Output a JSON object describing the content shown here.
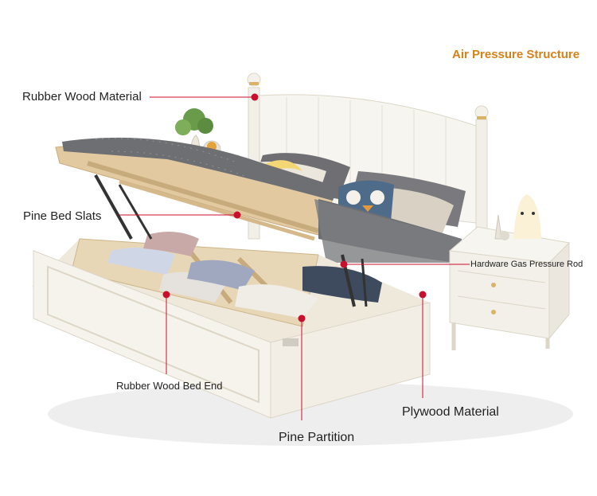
{
  "title": "Air Pressure Structure",
  "labels": {
    "rubber_wood_material": "Rubber Wood Material",
    "pine_bed_slats": "Pine Bed Slats",
    "hardware_gas_rod": "Hardware Gas Pressure Rod",
    "rubber_wood_bed_end": "Rubber Wood Bed End",
    "plywood_material": "Plywood Material",
    "pine_partition": "Pine Partition"
  },
  "colors": {
    "title": "#d4821a",
    "marker": "#c8102e",
    "leader_line": "#c8102e",
    "bed_white": "#f6f3ec",
    "wood": "#e3c9a0",
    "mattress_grey": "#6d6f72"
  }
}
